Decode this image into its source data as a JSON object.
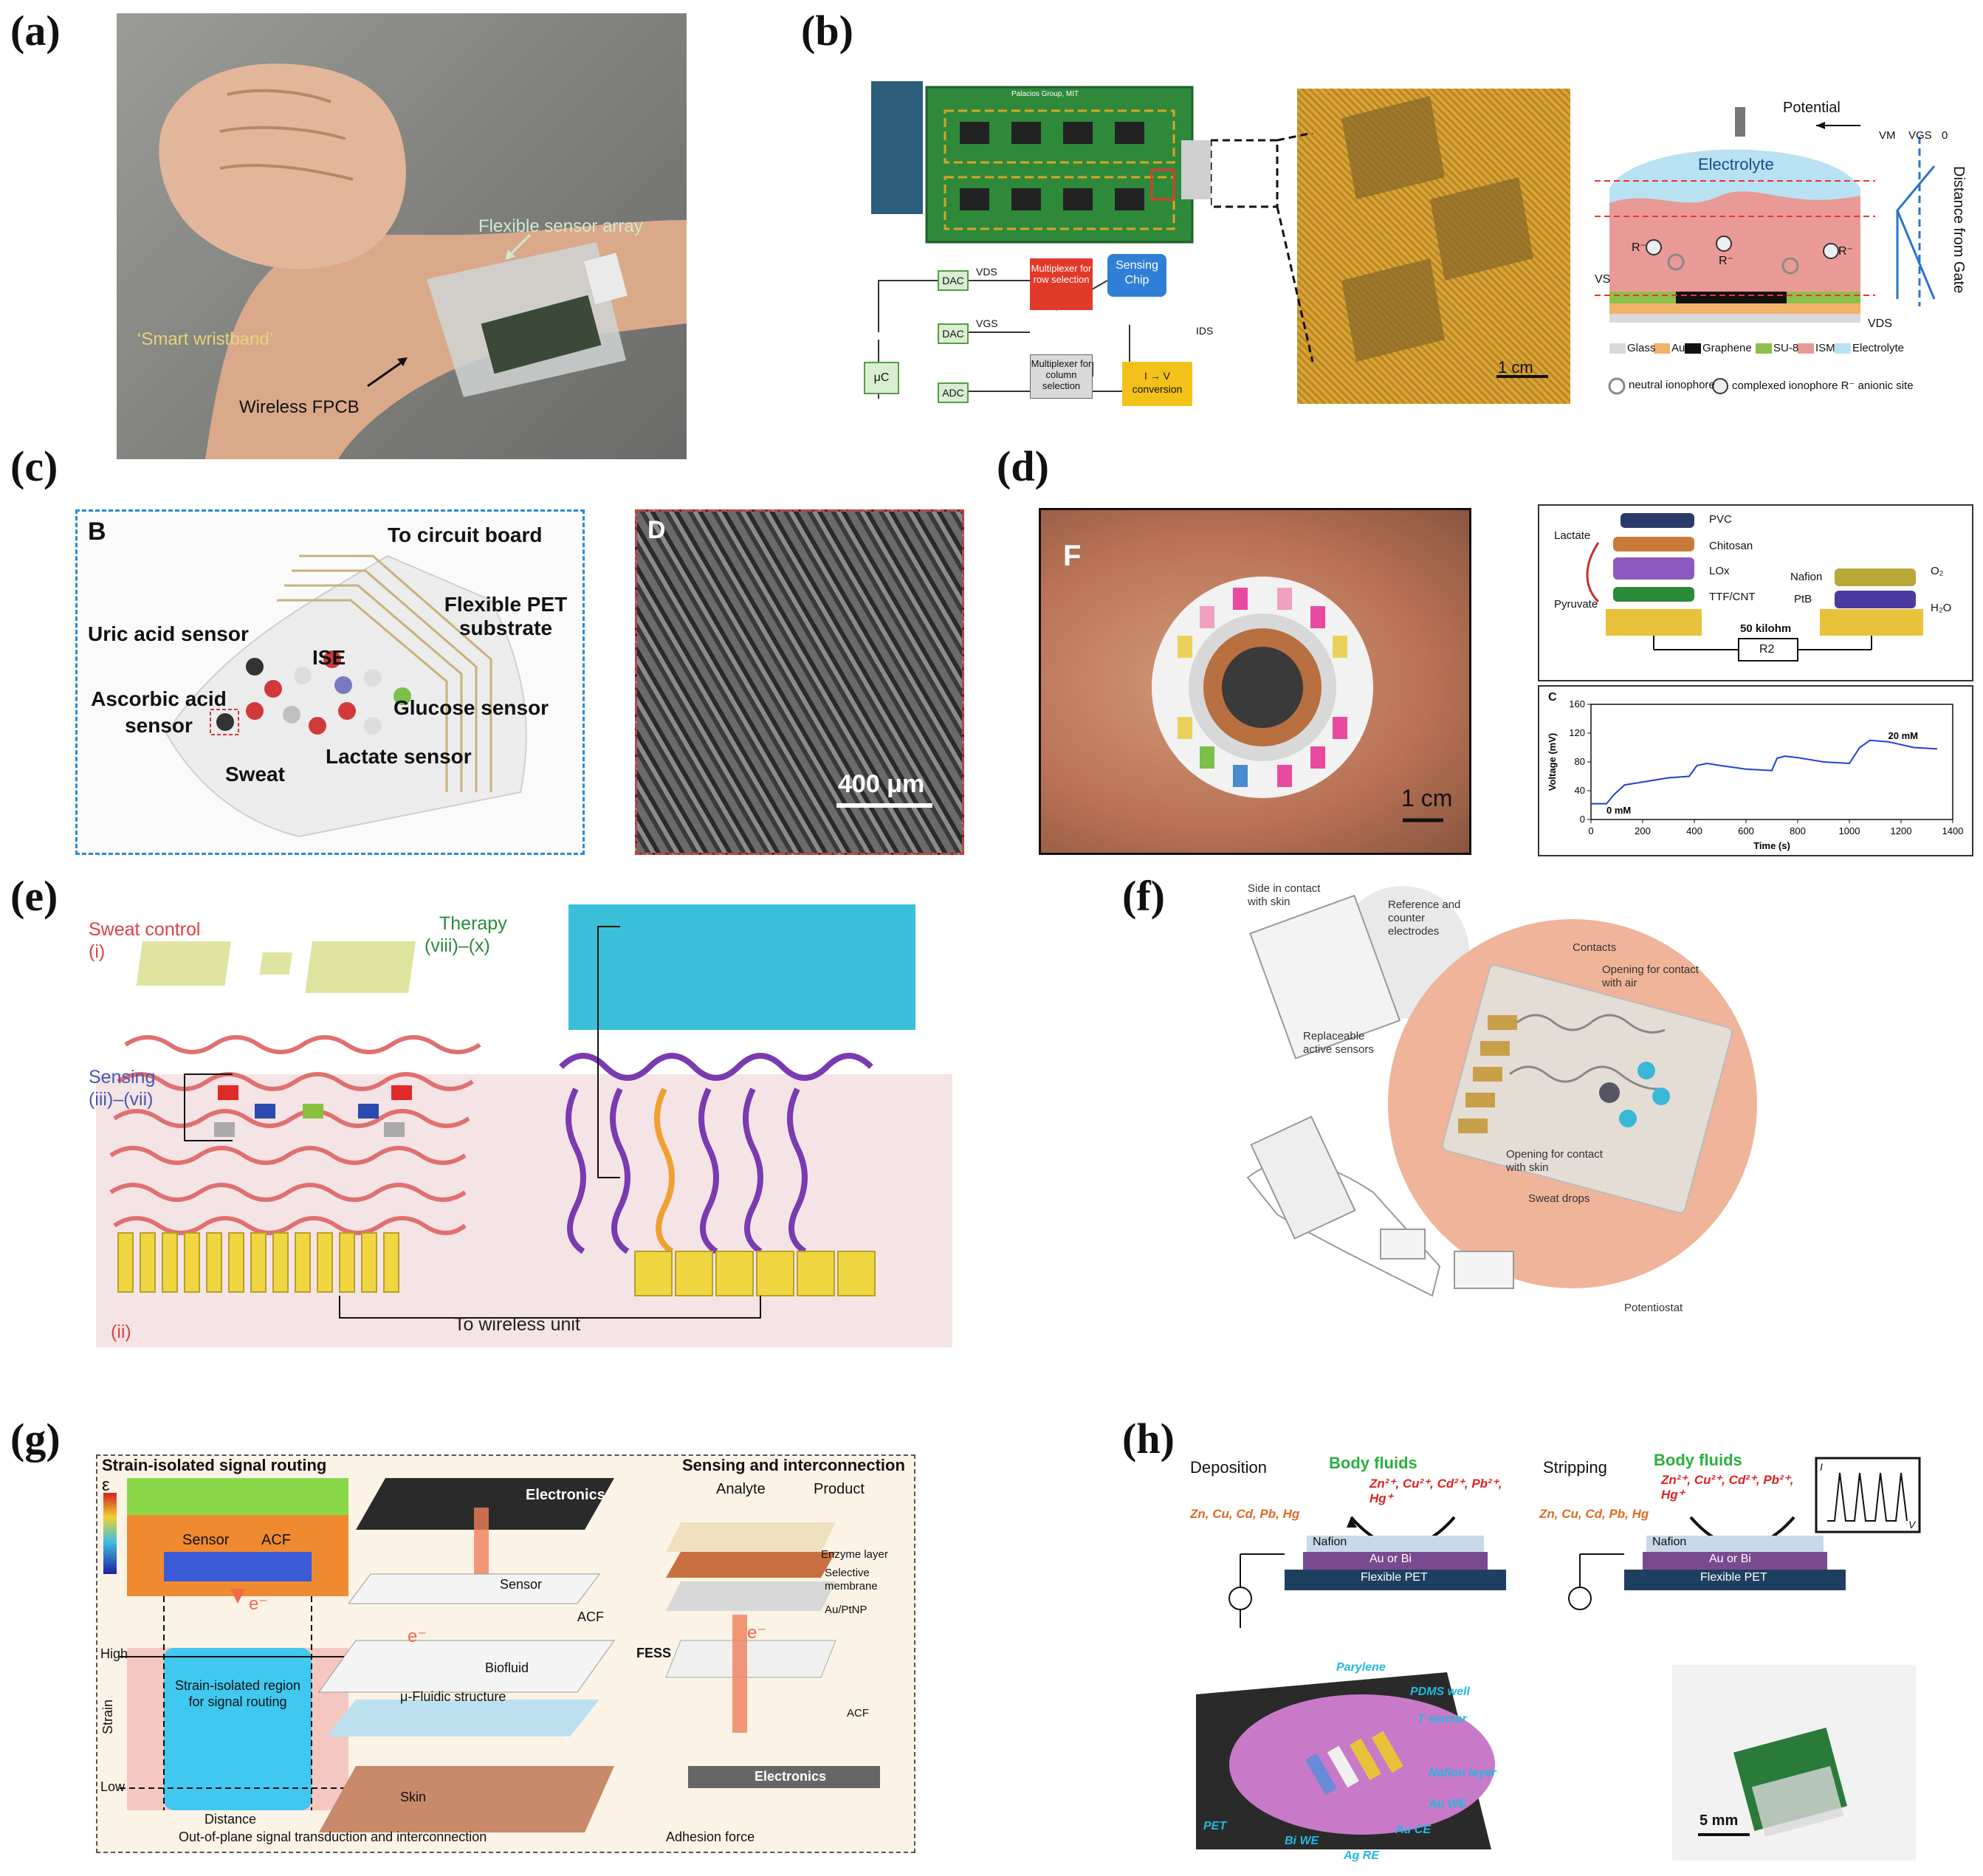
{
  "labels": {
    "a": "(a)",
    "b": "(b)",
    "c": "(c)",
    "d": "(d)",
    "e": "(e)",
    "f": "(f)",
    "g": "(g)",
    "h": "(h)"
  },
  "panel_a": {
    "flexible_sensor_array": "Flexible sensor array",
    "smart_wristband": "‘Smart wristband’",
    "wireless_fpcb": "Wireless FPCB"
  },
  "panel_b": {
    "board_header": "Palacios Group, MIT",
    "dac1": "DAC",
    "dac2": "DAC",
    "adc": "ADC",
    "uc": "μC",
    "vds": "VDS",
    "vgs": "VGS",
    "ids": "IDS",
    "mux_row": "Multiplexer for row selection",
    "mux_col": "Multiplexer for column selection",
    "sensing_chip": "Sensing Chip",
    "iv_conv": "I → V conversion",
    "scale": "1 cm",
    "potential": "Potential",
    "vm": "VM",
    "vgs2": "VGS",
    "zero": "0",
    "electrolyte": "Electrolyte",
    "distance_from_gate": "Distance from Gate",
    "vs": "VS",
    "vds2": "VDS",
    "r_minus": "R⁻",
    "r_minus2": "R⁻",
    "r_minus3": "R⁻",
    "legend": [
      "Glass",
      "Au",
      "Graphene",
      "SU-8",
      "ISM",
      "Electrolyte"
    ],
    "legend2": "neutral ionophore",
    "legend3": "complexed ionophore R⁻ anionic site"
  },
  "panel_c": {
    "letter_b": "B",
    "letter_d": "D",
    "to_circuit": "To circuit board",
    "flex_pet": "Flexible PET substrate",
    "uric": "Uric acid sensor",
    "ise": "ISE",
    "ascorbic": "Ascorbic acid sensor",
    "glucose": "Glucose sensor",
    "sweat": "Sweat",
    "lactate": "Lactate sensor",
    "scale": "400 μm"
  },
  "panel_d": {
    "letter_f": "F",
    "scale": "1 cm",
    "pvc": "PVC",
    "lactate": "Lactate",
    "chitosan": "Chitosan",
    "lox": "LOx",
    "pyruvate": "Pyruvate",
    "ttf": "TTF/CNT",
    "nafion": "Nafion",
    "ptb": "PtB",
    "o2": "O₂",
    "h2o": "H₂O",
    "resistor": "50 kilohm",
    "r2": "R2",
    "chart_letter": "C"
  },
  "chart_data": {
    "type": "line",
    "title": "",
    "xlabel": "Time (s)",
    "ylabel": "Voltage (mV)",
    "xlim": [
      0,
      1400
    ],
    "ylim": [
      0,
      160
    ],
    "xticks": [
      0,
      200,
      400,
      600,
      800,
      1000,
      1200,
      1400
    ],
    "yticks": [
      0,
      40,
      80,
      120,
      160
    ],
    "annotations": [
      "0 mM",
      "20 mM"
    ],
    "series": [
      {
        "x": [
          0,
          60,
          90,
          130,
          200,
          300,
          380,
          410,
          450,
          500,
          600,
          700,
          720,
          750,
          800,
          900,
          1000,
          1040,
          1080,
          1150,
          1250,
          1340
        ],
        "y": [
          22,
          22,
          35,
          48,
          52,
          58,
          60,
          75,
          78,
          75,
          70,
          68,
          85,
          88,
          86,
          80,
          78,
          100,
          110,
          108,
          100,
          98
        ]
      }
    ],
    "grid": false
  },
  "panel_e": {
    "sweat_control": "Sweat control",
    "i": "(i)",
    "therapy": "Therapy",
    "viii_x": "(viii)–(x)",
    "sensing": "Sensing",
    "iii_vii": "(iii)–(vii)",
    "ii": "(ii)",
    "to_wireless": "To wireless unit"
  },
  "panel_f": {
    "side_contact": "Side in contact with skin",
    "reference": "Reference and counter electrodes",
    "replaceable": "Replaceable active sensors",
    "contacts": "Contacts",
    "opening_air": "Opening for contact with air",
    "opening_skin": "Opening for contact with skin",
    "sweat_drops": "Sweat drops",
    "potentiostat": "Potentiostat"
  },
  "panel_g": {
    "strain_title": "Strain-isolated signal routing",
    "epsilon": "ε",
    "sensor": "Sensor",
    "acf": "ACF",
    "eminus": "e⁻",
    "high": "High",
    "low": "Low",
    "strain": "Strain",
    "distance": "Distance",
    "region": "Strain-isolated region for signal routing",
    "electronics_top": "Electronics",
    "sensor2": "Sensor",
    "acf2": "ACF",
    "biofluid": "Biofluid",
    "fess": "FESS",
    "fluidic": "μ-Fluidic structure",
    "skin": "Skin",
    "sensing_title": "Sensing and interconnection",
    "analyte": "Analyte",
    "product": "Product",
    "enzyme": "Enzyme layer",
    "selective": "Selective membrane",
    "auptnp": "Au/PtNP",
    "acf3": "ACF",
    "electronics_bottom": "Electronics",
    "footer1": "Out-of-plane signal transduction and interconnection",
    "footer2": "Adhesion force"
  },
  "panel_h": {
    "deposition": "Deposition",
    "stripping": "Stripping",
    "body_fluids1": "Body fluids",
    "body_fluids2": "Body fluids",
    "ions1": "Zn²⁺, Cu²⁺, Cd²⁺, Pb²⁺, Hg⁺",
    "ions2": "Zn²⁺, Cu²⁺, Cd²⁺, Pb²⁺, Hg⁺",
    "metals1": "Zn, Cu, Cd, Pb, Hg",
    "metals2": "Zn, Cu, Cd, Pb, Hg",
    "nafion1": "Nafion",
    "nafion2": "Nafion",
    "aubi1": "Au or Bi",
    "aubi2": "Au or Bi",
    "pet1": "Flexible PET",
    "pet2": "Flexible PET",
    "i": "I",
    "v": "V",
    "parylene": "Parylene",
    "pdms": "PDMS well",
    "tsensor": "T sensor",
    "nafion_layer": "Nafion layer",
    "auwe": "Au WE",
    "auce": "Au CE",
    "pet": "PET",
    "biwe": "Bi WE",
    "agre": "Ag RE",
    "scale": "5 mm"
  }
}
